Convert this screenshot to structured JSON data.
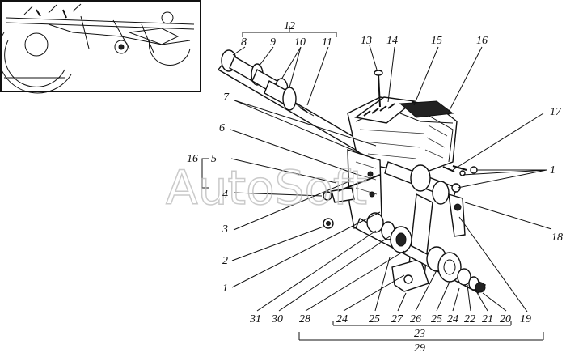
{
  "watermark": "AutoSoft",
  "labels": {
    "l1a": "1",
    "l1b": "1",
    "l2": "2",
    "l3": "3",
    "l4": "4",
    "l5": "5",
    "l6": "6",
    "l7": "7",
    "l8": "8",
    "l9": "9",
    "l10": "10",
    "l11": "11",
    "l12": "12",
    "l13": "13",
    "l14": "14",
    "l15": "15",
    "l16": "16",
    "l16b": "16",
    "l17": "17",
    "l18": "18",
    "l19": "19",
    "l20": "20",
    "l21": "21",
    "l22": "22",
    "l23": "23",
    "l24a": "24",
    "l24b": "24",
    "l25a": "25",
    "l25b": "25",
    "l26": "26",
    "l27": "27",
    "l28": "28",
    "l29": "29",
    "l30": "30",
    "l31": "31"
  }
}
